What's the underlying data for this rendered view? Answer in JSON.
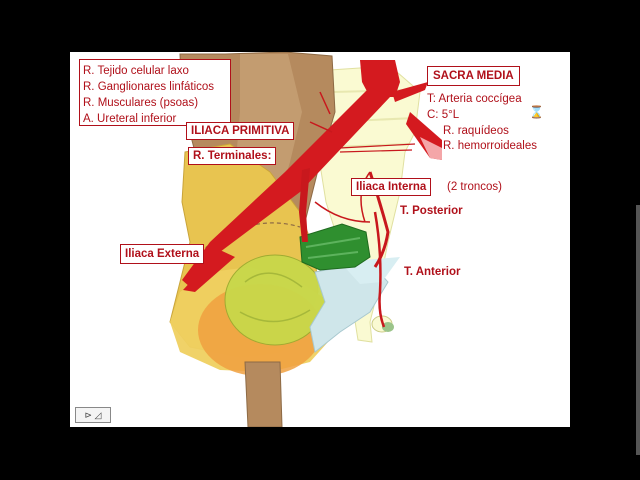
{
  "slide": {
    "list": [
      "R. Tejido celular laxo",
      "R. Ganglionares linfáticos",
      "R. Musculares (psoas)",
      "A. Ureteral inferior"
    ],
    "iliaca_primitiva": "ILIACA PRIMITIVA",
    "r_terminales": "R. Terminales:",
    "sacra_media": "SACRA MEDIA",
    "t_arteria": "T: Arteria coccígea",
    "c_5l": "C: 5°L",
    "r_raquideos": "R. raquídeos",
    "r_hemorroideales": "R. hemorroideales",
    "iliaca_interna": "Iliaca Interna",
    "dos_troncos": "(2 troncos)",
    "t_posterior": "T. Posterior",
    "iliaca_externa": "Iliaca Externa",
    "t_anterior": "T. Anterior"
  },
  "icons": {
    "nav": "slide-nav-icon",
    "timer": "hourglass-icon"
  },
  "colors": {
    "artery": "#d41a1f",
    "label_text": "#b0101a",
    "bone": "#fafad2",
    "muscle_brown": "#b58a5e",
    "fat_yellow": "#e8c450",
    "green_muscle": "#2f8f2f",
    "bladder_green": "#c8d84a",
    "ligament_blue": "#cfe6ea"
  }
}
